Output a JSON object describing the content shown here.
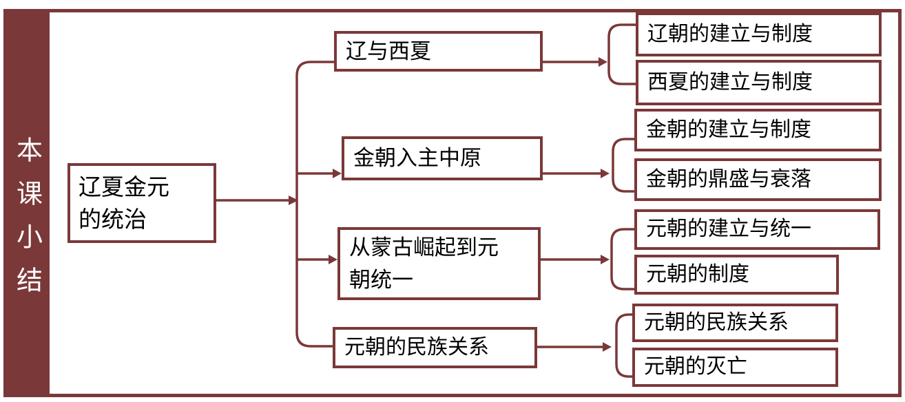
{
  "sidebar": {
    "title": "本课小结"
  },
  "colors": {
    "accent": "#7B3839",
    "box_border": "#7B3839",
    "box_text": "#000000",
    "sidebar_text": "#FFFFFF",
    "background": "#FFFFFF"
  },
  "diagram": {
    "root": {
      "label": "辽夏金元的统治",
      "lines": [
        "辽夏金元",
        "的统治"
      ]
    },
    "branches": [
      {
        "label": "辽与西夏",
        "children": [
          {
            "label": "辽朝的建立与制度"
          },
          {
            "label": "西夏的建立与制度"
          }
        ]
      },
      {
        "label": "金朝入主中原",
        "children": [
          {
            "label": "金朝的建立与制度"
          },
          {
            "label": "金朝的鼎盛与衰落"
          }
        ]
      },
      {
        "label": "从蒙古崛起到元朝统一",
        "lines": [
          "从蒙古崛起到元",
          "朝统一"
        ],
        "children": [
          {
            "label": "元朝的建立与统一"
          },
          {
            "label": "元朝的制度"
          }
        ]
      },
      {
        "label": "元朝的民族关系",
        "children": [
          {
            "label": "元朝的民族关系"
          },
          {
            "label": "元朝的灭亡"
          }
        ]
      }
    ]
  }
}
